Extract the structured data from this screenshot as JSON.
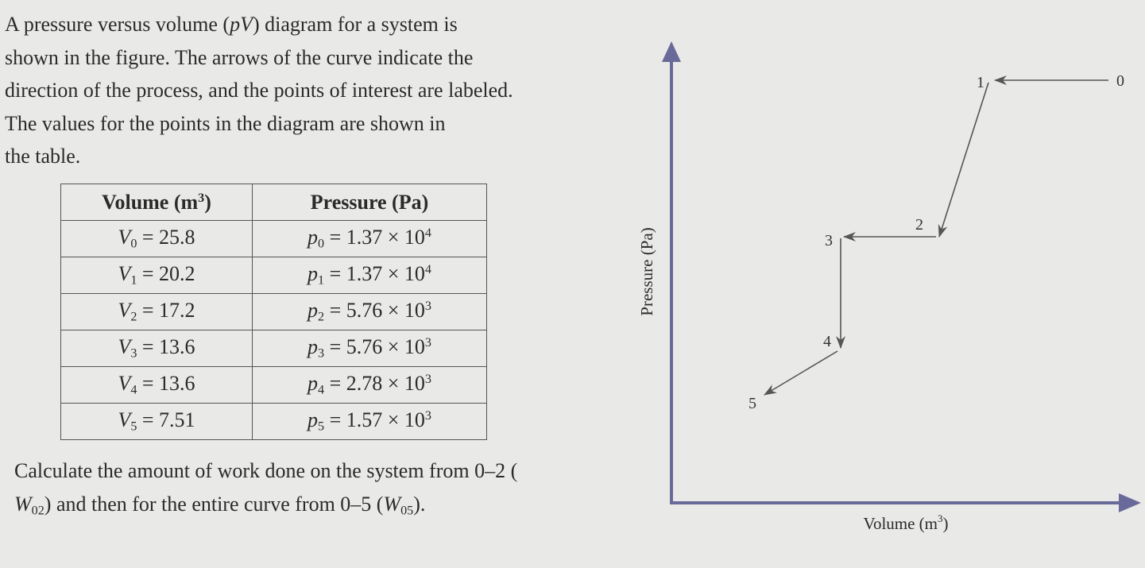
{
  "problem": {
    "intro_lines": [
      [
        "A pressure versus volume (",
        "pV",
        ") diagram for a system is"
      ],
      [
        "shown in the figure. The arrows of the curve indicate the",
        "",
        ""
      ],
      [
        "direction of the process, and the points of interest are labeled.",
        "",
        ""
      ],
      [
        "The values for the points in the diagram are shown in",
        "",
        ""
      ],
      [
        "the table.",
        "",
        ""
      ]
    ],
    "question_line1": "Calculate the amount of work done on the system from 0–2 (",
    "question_line2_start": "W",
    "question_line2_sub1": "02",
    "question_line2_mid": ") and then for the entire curve from 0–5 (",
    "question_line2_w": "W",
    "question_line2_sub2": "05",
    "question_line2_end": ")."
  },
  "table": {
    "header_volume": "Volume (m",
    "header_volume_sup": "3",
    "header_volume_end": ")",
    "header_pressure": "Pressure (Pa)",
    "rows": [
      {
        "v_sym": "V",
        "v_sub": "0",
        "v_val": " = 25.8",
        "p_sym": "p",
        "p_sub": "0",
        "p_val": " = 1.37 × 10",
        "p_exp": "4"
      },
      {
        "v_sym": "V",
        "v_sub": "1",
        "v_val": " = 20.2",
        "p_sym": "p",
        "p_sub": "1",
        "p_val": " = 1.37 × 10",
        "p_exp": "4"
      },
      {
        "v_sym": "V",
        "v_sub": "2",
        "v_val": " = 17.2",
        "p_sym": "p",
        "p_sub": "2",
        "p_val": " = 5.76 × 10",
        "p_exp": "3"
      },
      {
        "v_sym": "V",
        "v_sub": "3",
        "v_val": " = 13.6",
        "p_sym": "p",
        "p_sub": "3",
        "p_val": " = 5.76 × 10",
        "p_exp": "3"
      },
      {
        "v_sym": "V",
        "v_sub": "4",
        "v_val": " = 13.6",
        "p_sym": "p",
        "p_sub": "4",
        "p_val": " = 2.78 × 10",
        "p_exp": "3"
      },
      {
        "v_sym": "V",
        "v_sub": "5",
        "v_val": " = 7.51",
        "p_sym": "p",
        "p_sub": "5",
        "p_val": " = 1.57 × 10",
        "p_exp": "3"
      }
    ]
  },
  "diagram": {
    "y_axis_label": "Pressure (Pa)",
    "x_axis_label": "Volume (m",
    "x_axis_label_sup": "3",
    "x_axis_label_end": ")",
    "point_labels": [
      "0",
      "1",
      "2",
      "3",
      "4",
      "5"
    ],
    "colors": {
      "axis": "#6a6a9a",
      "curve": "#555555"
    }
  }
}
